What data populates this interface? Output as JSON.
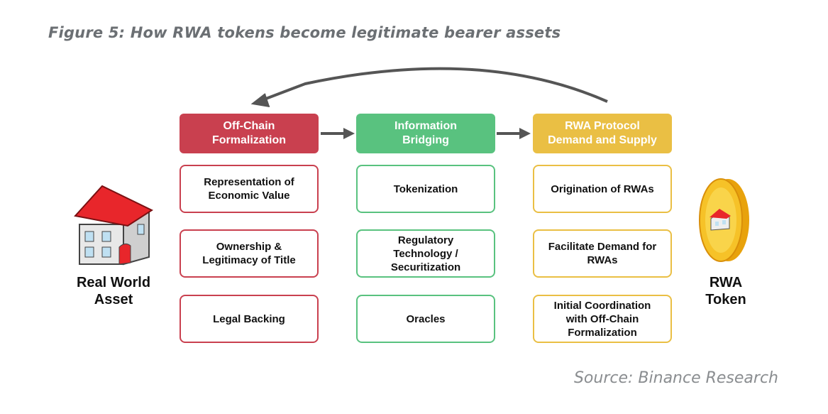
{
  "figure": {
    "title": "Figure 5: How RWA tokens become legitimate bearer assets",
    "source": "Source: Binance Research"
  },
  "left_label": "Real World\nAsset",
  "right_label": "RWA\nToken",
  "columns": [
    {
      "header": "Off-Chain\nFormalization",
      "color": "#c9404f",
      "items": [
        "Representation of\nEconomic Value",
        "Ownership &\nLegitimacy of Title",
        "Legal Backing"
      ]
    },
    {
      "header": "Information\nBridging",
      "color": "#59c27f",
      "items": [
        "Tokenization",
        "Regulatory\nTechnology /\nSecuritization",
        "Oracles"
      ]
    },
    {
      "header": "RWA Protocol\nDemand and Supply",
      "color": "#eabf44",
      "items": [
        "Origination of RWAs",
        "Facilitate Demand for\nRWAs",
        "Initial Coordination\nwith Off-Chain\nFormalization"
      ]
    }
  ],
  "icons": {
    "house": "house-icon",
    "coin": "rwa-coin-icon"
  }
}
